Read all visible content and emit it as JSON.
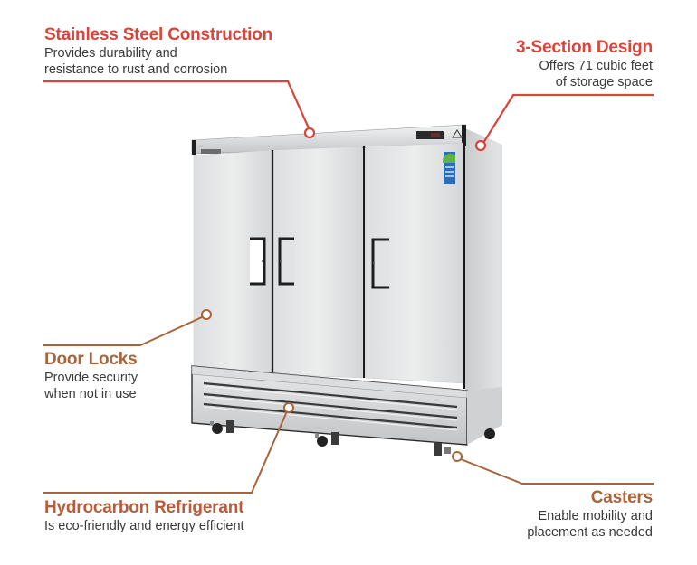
{
  "colors": {
    "red": "#d9453a",
    "brown": "#a8643a",
    "rust": "#b85c3c",
    "text": "#3a3a3a",
    "steel_light": "#e6e7e8",
    "steel_mid": "#d2d4d6",
    "steel_dark": "#b7b9bc",
    "trim": "#1f1f1f"
  },
  "product": {
    "name": "3-door stainless steel reach-in refrigerator",
    "icon": "refrigerator-icon"
  },
  "callouts": [
    {
      "id": "stainless-steel",
      "title": "Stainless Steel Construction",
      "lines": [
        "Provides durability and",
        "resistance to rust and corrosion"
      ],
      "color": "#d9453a",
      "align": "left"
    },
    {
      "id": "three-section",
      "title": "3-Section Design",
      "lines": [
        "Offers 71 cubic feet",
        "of storage space"
      ],
      "color": "#d9453a",
      "align": "right"
    },
    {
      "id": "door-locks",
      "title": "Door Locks",
      "lines": [
        "Provide security",
        "when not in use"
      ],
      "color": "#a8643a",
      "align": "left"
    },
    {
      "id": "hydrocarbon",
      "title": "Hydrocarbon Refrigerant",
      "lines": [
        "Is eco-friendly and energy efficient"
      ],
      "color": "#b85c3c",
      "align": "left"
    },
    {
      "id": "casters",
      "title": "Casters",
      "lines": [
        "Enable mobility and",
        "placement as needed"
      ],
      "color": "#a8643a",
      "align": "right"
    }
  ]
}
